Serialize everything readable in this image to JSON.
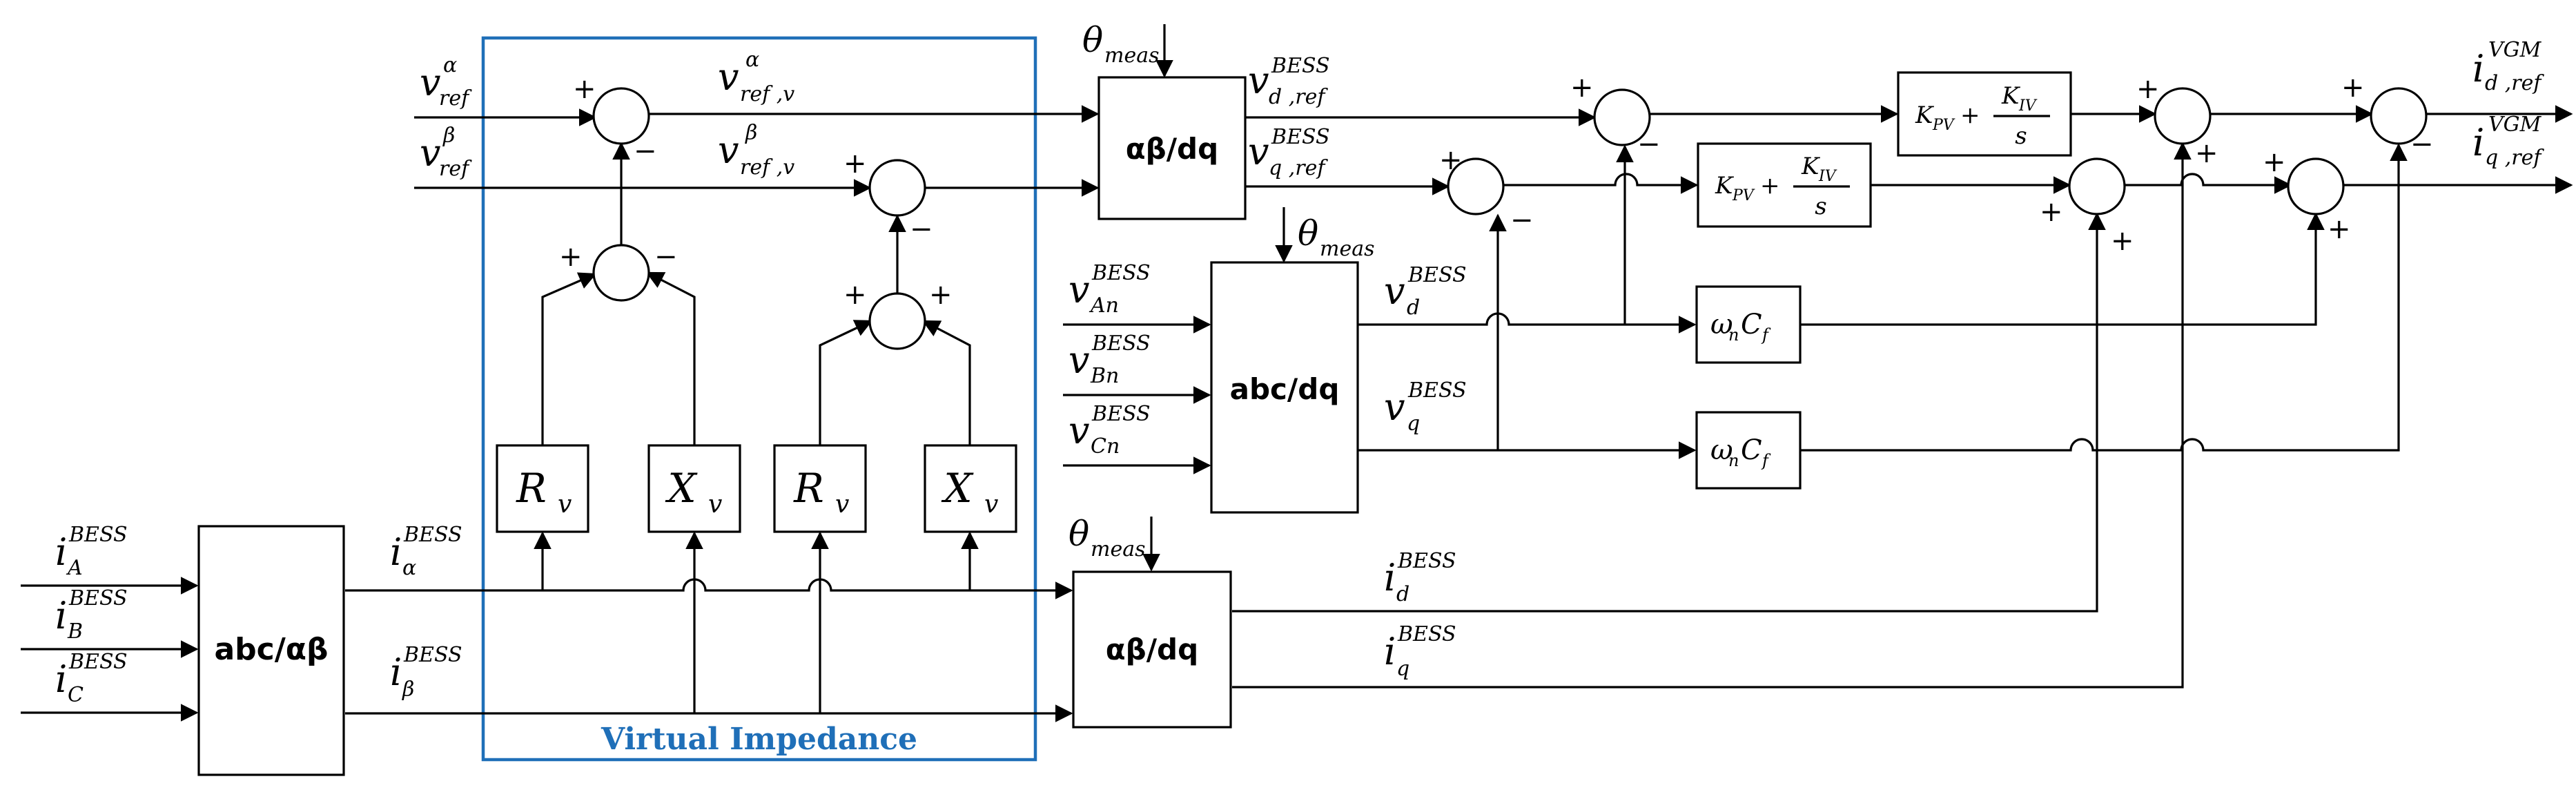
{
  "title": "",
  "virtual_impedance_label": "Virtual Impedance",
  "blocks": {
    "abc_ab": "abc/αβ",
    "ab_dq_voltage": "αβ/dq",
    "abc_dq": "abc/dq",
    "ab_dq_current": "αβ/dq",
    "Rv": "R",
    "Rv_sub": "v",
    "Xv": "X",
    "Xv_sub": "v",
    "pi_K": "K",
    "pi_PV": "PV",
    "pi_plus": "+",
    "pi_KIV": "K",
    "pi_IV": "IV",
    "pi_s": "s",
    "wc_omega": "ω",
    "wc_n": "n",
    "wc_C": "C",
    "wc_f": "f"
  },
  "signals": {
    "v": "v",
    "i": "i",
    "theta": "θ",
    "meas": "meas",
    "ref": "ref",
    "alpha": "α",
    "beta": "β",
    "ref_v": "ref ,v",
    "BESS": "BESS",
    "VGM": "VGM",
    "d_ref": "d ,ref",
    "q_ref": "q ,ref",
    "d": "d",
    "q": "q",
    "An": "An",
    "Bn": "Bn",
    "Cn": "Cn",
    "A": "A",
    "B": "B",
    "C": "C"
  },
  "signs": {
    "plus": "+",
    "minus": "−"
  }
}
